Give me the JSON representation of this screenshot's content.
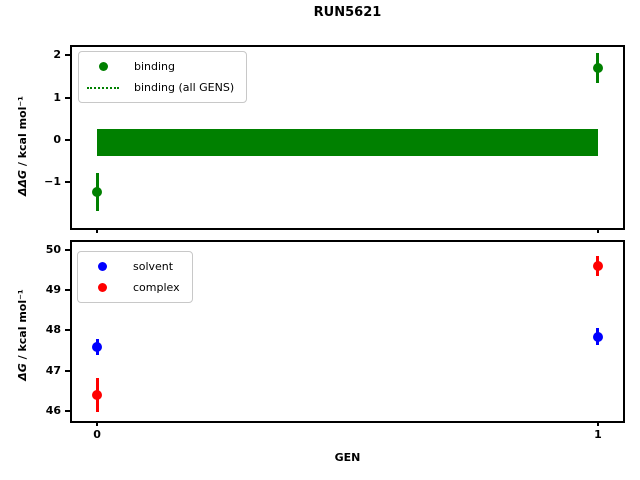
{
  "figure": {
    "title": "RUN5621"
  },
  "chart_data": [
    {
      "type": "scatter",
      "panel": "top",
      "ylabel_math": "ΔΔG",
      "ylabel_rest": " / kcal mol⁻¹",
      "ylabel": "ΔΔG / kcal mol⁻¹",
      "xlim": [
        -0.05,
        1.05
      ],
      "ylim": [
        -2.1,
        2.2
      ],
      "yticks": [
        -1,
        0,
        1,
        2
      ],
      "xticks": [
        0,
        1
      ],
      "x": [
        0,
        1
      ],
      "series": [
        {
          "name": "binding",
          "color": "#008000",
          "values": [
            -1.25,
            1.7
          ],
          "errors": [
            0.45,
            0.35
          ]
        }
      ],
      "band": {
        "name": "binding (all GENS)",
        "center": -0.07,
        "half_width": 0.32,
        "color": "#008000",
        "x_range": [
          0,
          1
        ],
        "line_style": "dotted"
      },
      "legend": [
        {
          "label": "binding",
          "marker": "circle",
          "color": "#008000"
        },
        {
          "label": "binding (all GENS)",
          "marker": "dotted-line",
          "color": "#008000"
        }
      ],
      "legend_position": "upper left",
      "grid": false
    },
    {
      "type": "scatter",
      "panel": "bottom",
      "ylabel_math": "ΔG",
      "ylabel_rest": " / kcal mol⁻¹",
      "ylabel": "ΔG / kcal mol⁻¹",
      "xlabel": "GEN",
      "xlim": [
        -0.05,
        1.05
      ],
      "ylim": [
        45.75,
        50.2
      ],
      "yticks": [
        46,
        47,
        48,
        49,
        50
      ],
      "xticks": [
        0,
        1
      ],
      "xtick_labels": [
        "0",
        "1"
      ],
      "x": [
        0,
        1
      ],
      "series": [
        {
          "name": "solvent",
          "color": "#0000ff",
          "values": [
            47.6,
            47.85
          ],
          "errors": [
            0.2,
            0.2
          ]
        },
        {
          "name": "complex",
          "color": "#ff0000",
          "values": [
            46.4,
            49.6
          ],
          "errors": [
            0.42,
            0.25
          ]
        }
      ],
      "legend": [
        {
          "label": "solvent",
          "marker": "circle",
          "color": "#0000ff"
        },
        {
          "label": "complex",
          "marker": "circle",
          "color": "#ff0000"
        }
      ],
      "legend_position": "upper left",
      "grid": false
    }
  ]
}
